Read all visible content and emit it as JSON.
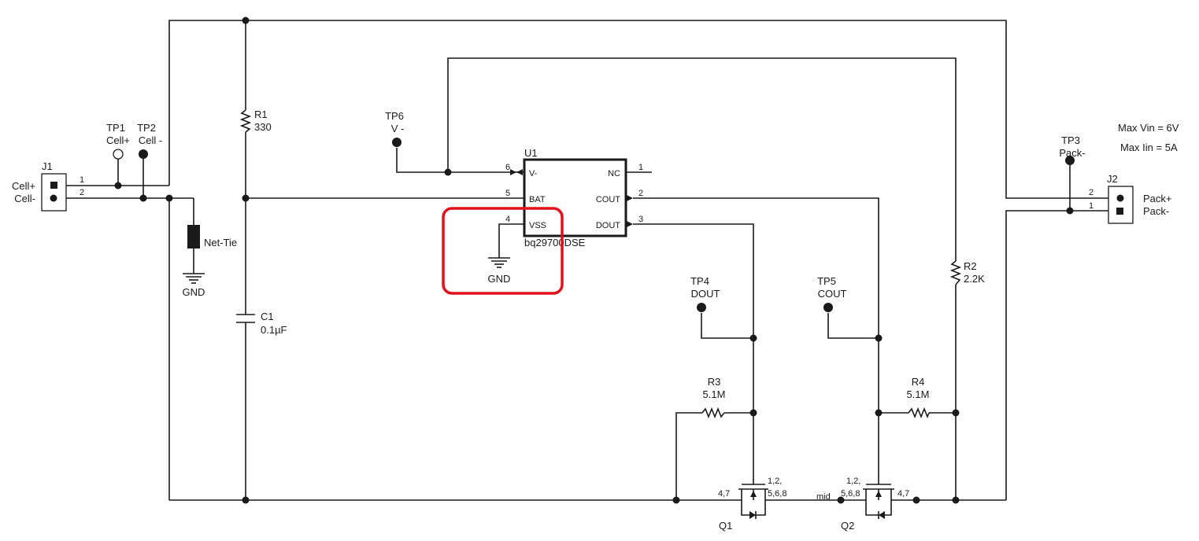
{
  "colors": {
    "wire": "#1a1a1a",
    "highlight": "#e0101c",
    "background": "#ffffff"
  },
  "notes": {
    "max_vin": "Max Vin = 6V",
    "max_iin": "Max Iin = 5A"
  },
  "connectors": {
    "j1": {
      "ref": "J1",
      "label_pos": "Cell+",
      "label_neg": "Cell-",
      "pin1": "1",
      "pin2": "2"
    },
    "j2": {
      "ref": "J2",
      "label_pos": "Pack+",
      "label_neg": "Pack-",
      "pin1": "1",
      "pin2": "2"
    }
  },
  "test_points": {
    "tp1": {
      "ref": "TP1",
      "net": "Cell+"
    },
    "tp2": {
      "ref": "TP2",
      "net": "Cell -"
    },
    "tp3": {
      "ref": "TP3",
      "net": "Pack-"
    },
    "tp4": {
      "ref": "TP4",
      "net": "DOUT"
    },
    "tp5": {
      "ref": "TP5",
      "net": "COUT"
    },
    "tp6": {
      "ref": "TP6",
      "net": "V -"
    }
  },
  "passives": {
    "r1": {
      "ref": "R1",
      "value": "330"
    },
    "r2": {
      "ref": "R2",
      "value": "2.2K"
    },
    "r3": {
      "ref": "R3",
      "value": "5.1M"
    },
    "r4": {
      "ref": "R4",
      "value": "5.1M"
    },
    "c1": {
      "ref": "C1",
      "value": "0.1µF"
    }
  },
  "net_tie": {
    "label": "Net-Tie"
  },
  "grounds": {
    "gnd1": "GND",
    "gnd2": "GND"
  },
  "ic": {
    "ref": "U1",
    "part": "bq29700DSE",
    "pins": {
      "vminus": {
        "name": "V-",
        "num": "6"
      },
      "bat": {
        "name": "BAT",
        "num": "5"
      },
      "vss": {
        "name": "VSS",
        "num": "4"
      },
      "nc": {
        "name": "NC",
        "num": "1"
      },
      "cout": {
        "name": "COUT",
        "num": "2"
      },
      "dout": {
        "name": "DOUT",
        "num": "3"
      }
    }
  },
  "mosfets": {
    "q1": {
      "ref": "Q1",
      "pins_source": "4,7",
      "pins_drain_1": "1,2,",
      "pins_drain_2": "5,6,8"
    },
    "q2": {
      "ref": "Q2",
      "pins_source": "4,7",
      "pins_drain_1": "1,2,",
      "pins_drain_2": "5,6,8"
    }
  },
  "net_labels": {
    "mid": "mid"
  }
}
